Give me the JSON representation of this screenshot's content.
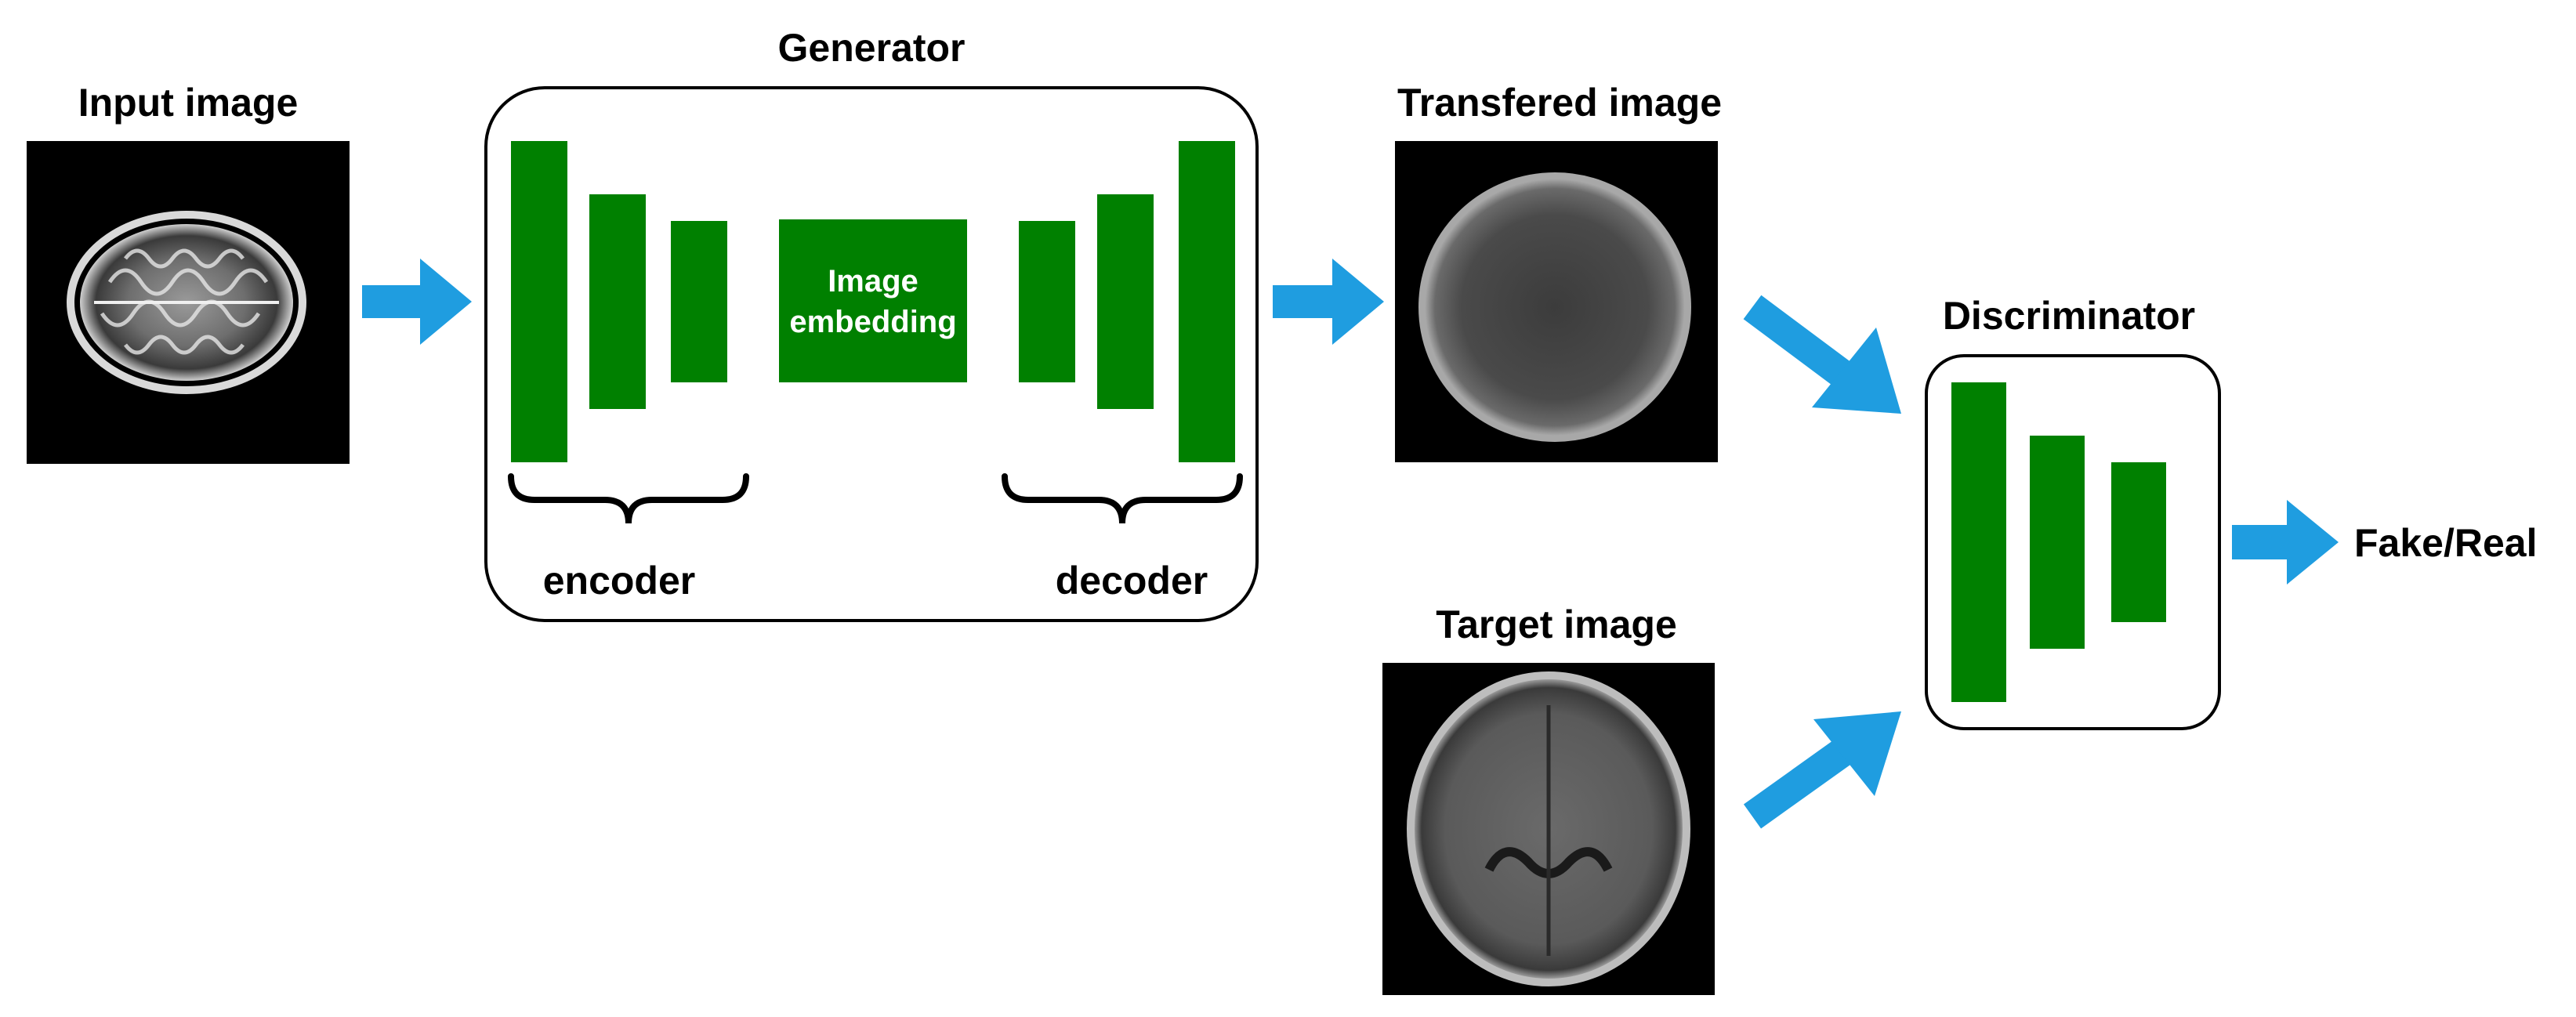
{
  "labels": {
    "input_image": "Input image",
    "generator": "Generator",
    "transfered_image": "Transfered image",
    "target_image": "Target image",
    "discriminator": "Discriminator",
    "encoder": "encoder",
    "decoder": "decoder",
    "embedding_line1": "Image",
    "embedding_line2": "embedding",
    "output": "Fake/Real"
  },
  "colors": {
    "layer_green": "#008000",
    "arrow_blue": "#1f9de0",
    "box_border": "#000000",
    "image_bg": "#000000"
  },
  "images": {
    "input": "axial T2 brain MRI scan",
    "transfered": "generated axial brain MRI scan",
    "target": "axial T1 brain MRI scan"
  }
}
